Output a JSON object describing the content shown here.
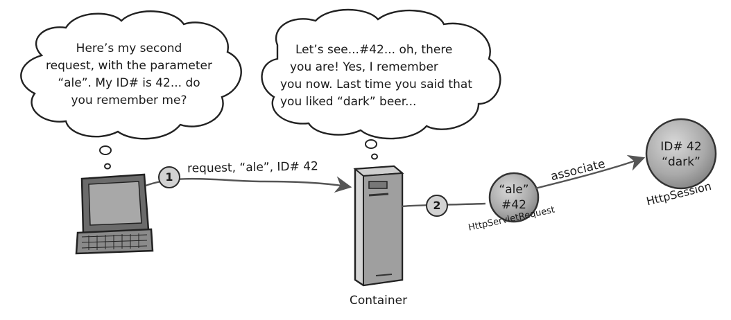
{
  "bubbles": {
    "client": {
      "lines": [
        "Here’s my second",
        "request, with the parameter",
        "“ale”. My ID# is 42... do",
        "you remember me?"
      ]
    },
    "container": {
      "lines": [
        "Let’s see...#42... oh, there",
        "you are! Yes, I remember",
        "you now. Last time you said that",
        "you liked “dark” beer..."
      ]
    }
  },
  "arrows": {
    "step1": {
      "number": "1",
      "label": "request, “ale”, ID# 42"
    },
    "step2": {
      "number": "2"
    },
    "associate": {
      "label": "associate"
    }
  },
  "nodes": {
    "client": {
      "icon": "laptop-icon"
    },
    "container": {
      "icon": "server-tower-icon",
      "label": "Container"
    },
    "request": {
      "line1": "“ale”",
      "line2": "#42",
      "caption": "HttpServletRequest"
    },
    "session": {
      "line1": "ID# 42",
      "line2": "“dark”",
      "caption": "HttpSession"
    }
  }
}
